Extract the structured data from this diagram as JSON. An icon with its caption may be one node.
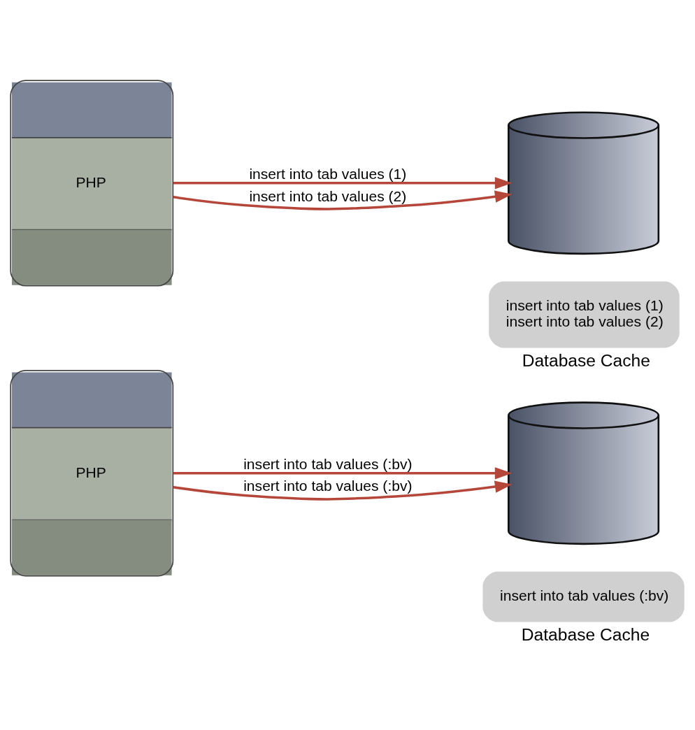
{
  "diagram": {
    "nodes": [
      {
        "text": [
          "PHP"
        ]
      },
      {
        "text": [],
        "shape": "cylinder"
      },
      {
        "text": [
          "insert into tab values (1)",
          "insert into tab values (2)"
        ],
        "beside": [
          "Database Cache"
        ]
      },
      {
        "text": [
          "PHP"
        ]
      },
      {
        "text": [],
        "shape": "cylinder"
      },
      {
        "text": [
          "insert into tab values (:bv)"
        ],
        "beside": [
          "Database Cache"
        ]
      }
    ],
    "edges": [
      {
        "from": 0,
        "to": 1,
        "arrow": "to",
        "label": "insert into tab values (1)"
      },
      {
        "from": 0,
        "to": 1,
        "arrow": "to",
        "label": "insert into tab values (2)"
      },
      {
        "from": 3,
        "to": 4,
        "arrow": "to",
        "label": "insert into tab values (:bv)"
      },
      {
        "from": 3,
        "to": 4,
        "arrow": "to",
        "label": "insert into tab values (:bv)"
      }
    ]
  }
}
